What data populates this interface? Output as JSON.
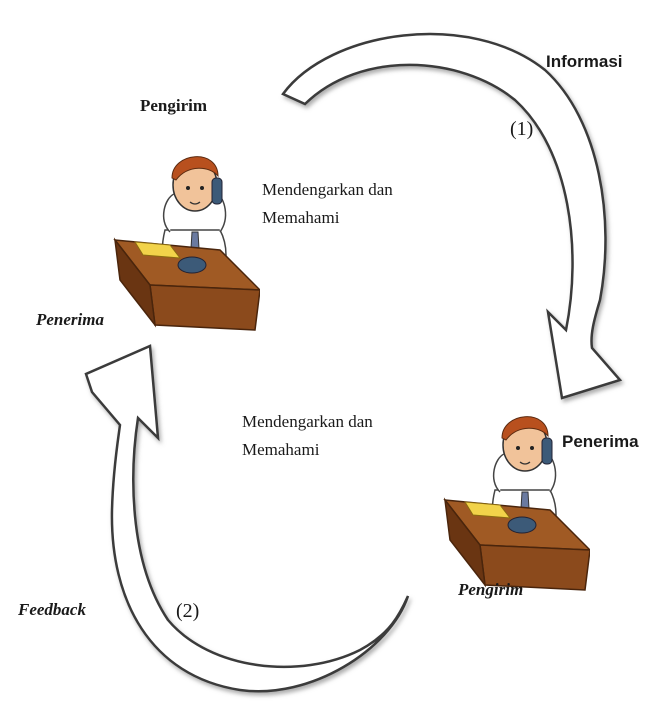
{
  "labels": {
    "pengirim_top": "Pengirim",
    "informasi": "Informasi",
    "step1": "(1)",
    "desc_top_line1": "Mendengarkan dan",
    "desc_top_line2": "Memahami",
    "penerima_left": "Penerima",
    "desc_mid_line1": "Mendengarkan dan",
    "desc_mid_line2": "Memahami",
    "penerima_right": "Penerima",
    "pengirim_bottom": "Pengirim",
    "feedback": "Feedback",
    "step2": "(2)"
  },
  "colors": {
    "arrow_fill": "#ffffff",
    "arrow_stroke": "#3a3a3a",
    "desk": "#8b4a1c",
    "desk_dark": "#5a2e10",
    "paper": "#f2d34a",
    "shirt": "#ffffff",
    "hair": "#b8501e",
    "skin": "#f1c39a",
    "phone": "#3c5a78"
  },
  "icons": [
    "person-on-phone-at-desk-icon",
    "curved-arrow-icon"
  ]
}
